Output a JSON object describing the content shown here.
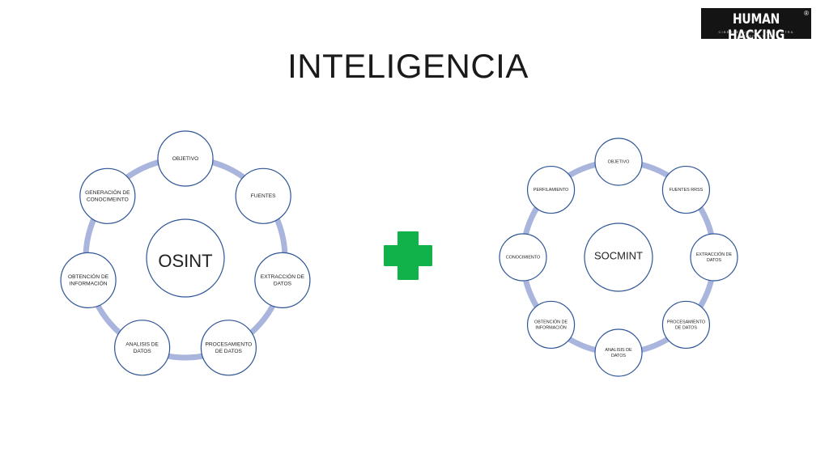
{
  "slide": {
    "title": "INTELIGENCIA",
    "logo": {
      "brand": "HUMAN HACKING",
      "registered": "®",
      "tagline": "CIBERSEGURIDAD DESDE OTRA PERSPECTIVA"
    }
  },
  "colors": {
    "ring": "#A9B5DC",
    "circle_border": "#2E5596",
    "plus": "#12B24B"
  },
  "plus_symbol": "plus-icon",
  "diagrams": [
    {
      "center": "OSINT",
      "nodes": [
        [
          "OBJETIVO"
        ],
        [
          "FUENTES"
        ],
        [
          "EXTRACCIÓN DE",
          "DATOS"
        ],
        [
          "PROCESAMIENTO",
          "DE DATOS"
        ],
        [
          "ANALISIS DE",
          "DATOS"
        ],
        [
          "OBTENCIÓN DE",
          "INFORMACIÓN"
        ],
        [
          "GENERACIÓN DE",
          "CONOCIMEINTO"
        ]
      ]
    },
    {
      "center": "SOCMINT",
      "nodes": [
        [
          "OBJETIVO"
        ],
        [
          "FUENTES RRSS"
        ],
        [
          "EXTRACCIÓN DE",
          "DATOS"
        ],
        [
          "PROCESAMIENTO",
          "DE DATOS"
        ],
        [
          "ANALISIS DE",
          "DATOS"
        ],
        [
          "OBTENCIÓN DE",
          "INFORMACIÓN"
        ],
        [
          "CONOCIMIENTO"
        ],
        [
          "PERFILAMIENTO"
        ]
      ]
    }
  ]
}
